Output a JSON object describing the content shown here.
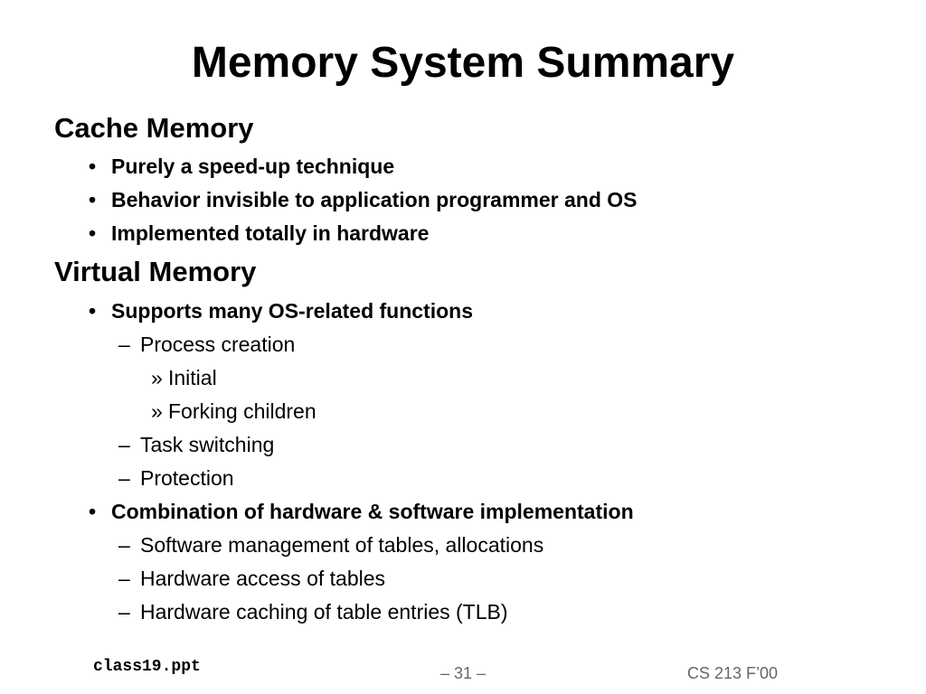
{
  "slide": {
    "title": "Memory System Summary",
    "sections": [
      {
        "heading": "Cache Memory",
        "items": [
          {
            "bullet": "•",
            "text": "Purely a speed-up technique"
          },
          {
            "bullet": "•",
            "text": "Behavior invisible to application programmer and OS"
          },
          {
            "bullet": "•",
            "text": "Implemented totally in hardware"
          }
        ]
      },
      {
        "heading": "Virtual Memory",
        "items": [
          {
            "bullet": "•",
            "text": "Supports many OS-related functions",
            "subitems": [
              {
                "bullet": "–",
                "text": "Process creation",
                "subitems": [
                  {
                    "bullet": "»",
                    "text": "Initial"
                  },
                  {
                    "bullet": "»",
                    "text": "Forking children"
                  }
                ]
              },
              {
                "bullet": "–",
                "text": "Task switching"
              },
              {
                "bullet": "–",
                "text": "Protection"
              }
            ]
          },
          {
            "bullet": "•",
            "text": "Combination of hardware & software implementation",
            "subitems": [
              {
                "bullet": "–",
                "text": "Software management of tables, allocations"
              },
              {
                "bullet": "–",
                "text": "Hardware access of tables"
              },
              {
                "bullet": "–",
                "text": "Hardware caching of table entries (TLB)"
              }
            ]
          }
        ]
      }
    ]
  },
  "footer": {
    "filename": "class19.ppt",
    "page": "– 31 –",
    "course": "CS 213 F’00"
  }
}
